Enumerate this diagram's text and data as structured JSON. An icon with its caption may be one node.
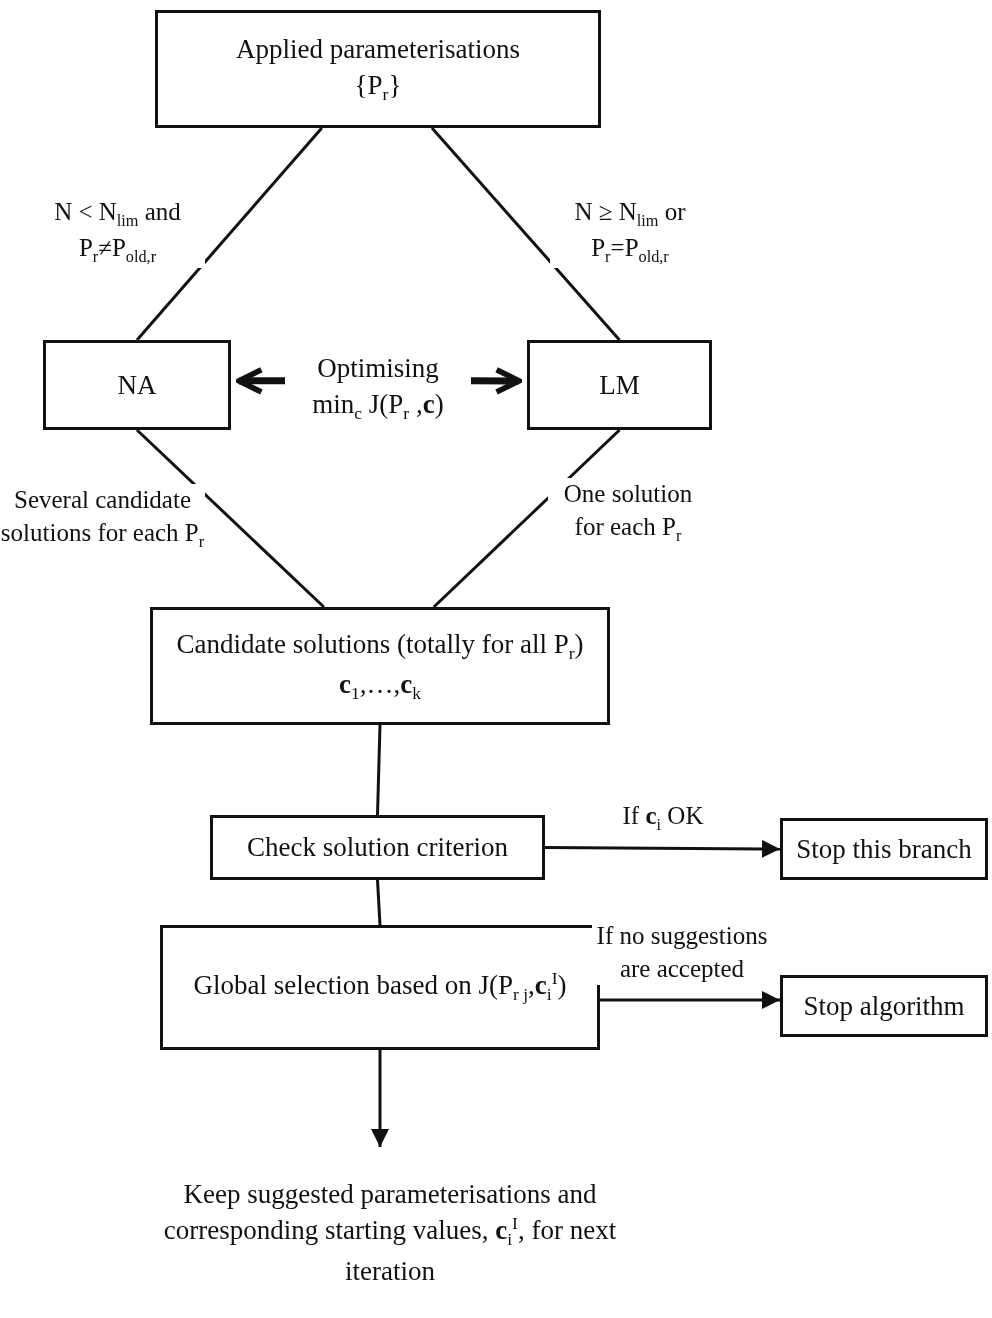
{
  "diagram": {
    "nodes": [
      {
        "text": [
          "Applied parameterisations {P$_{r}$}"
        ]
      },
      {
        "text": [
          "NA"
        ]
      },
      {
        "text": [
          "Optimising min$_{c}$ J(P$_{r}$ ,**c**)"
        ]
      },
      {
        "text": [
          "LM"
        ]
      },
      {
        "text": [
          "Candidate solutions (totally for all P$_{r}$)",
          "**c**$_{1}$,…,**c**$_{k}$"
        ]
      },
      {
        "text": [
          "Check solution criterion"
        ]
      },
      {
        "text": [
          "Stop this branch"
        ]
      },
      {
        "text": [
          "Global selection based on J(P$_{r j}$,**c**$_{i}$$^{I}$)"
        ]
      },
      {
        "text": [
          "Stop algorithm"
        ]
      },
      {
        "text": [
          "Keep suggested parameterisations and corresponding starting values, **c**$_{i}$$^{I}$, for next iteration"
        ]
      }
    ],
    "edges": [
      {
        "from": 0,
        "to": 1,
        "arrow": "none",
        "label": "N < N$_{lim}$ and P$_{r}$≠P$_{old,r}$"
      },
      {
        "from": 0,
        "to": 3,
        "arrow": "none",
        "label": "N ≥ N$_{lim}$ or P$_{r}$=P$_{old,r}$"
      },
      {
        "from": 2,
        "to": 1,
        "arrow": "to",
        "style": "thick"
      },
      {
        "from": 2,
        "to": 3,
        "arrow": "to",
        "style": "thick"
      },
      {
        "from": 1,
        "to": 4,
        "arrow": "none",
        "label": "Several candidate solutions for each P$_{r}$"
      },
      {
        "from": 3,
        "to": 4,
        "arrow": "none",
        "label": "One solution for each P$_{r}$"
      },
      {
        "from": 4,
        "to": 5,
        "arrow": "none"
      },
      {
        "from": 5,
        "to": 6,
        "arrow": "to",
        "label": "If **c**$_{i}$ OK"
      },
      {
        "from": 5,
        "to": 7,
        "arrow": "none"
      },
      {
        "from": 7,
        "to": 8,
        "arrow": "to",
        "label": "If no suggestions are accepted"
      },
      {
        "from": 7,
        "to": 9,
        "arrow": "to"
      }
    ]
  }
}
